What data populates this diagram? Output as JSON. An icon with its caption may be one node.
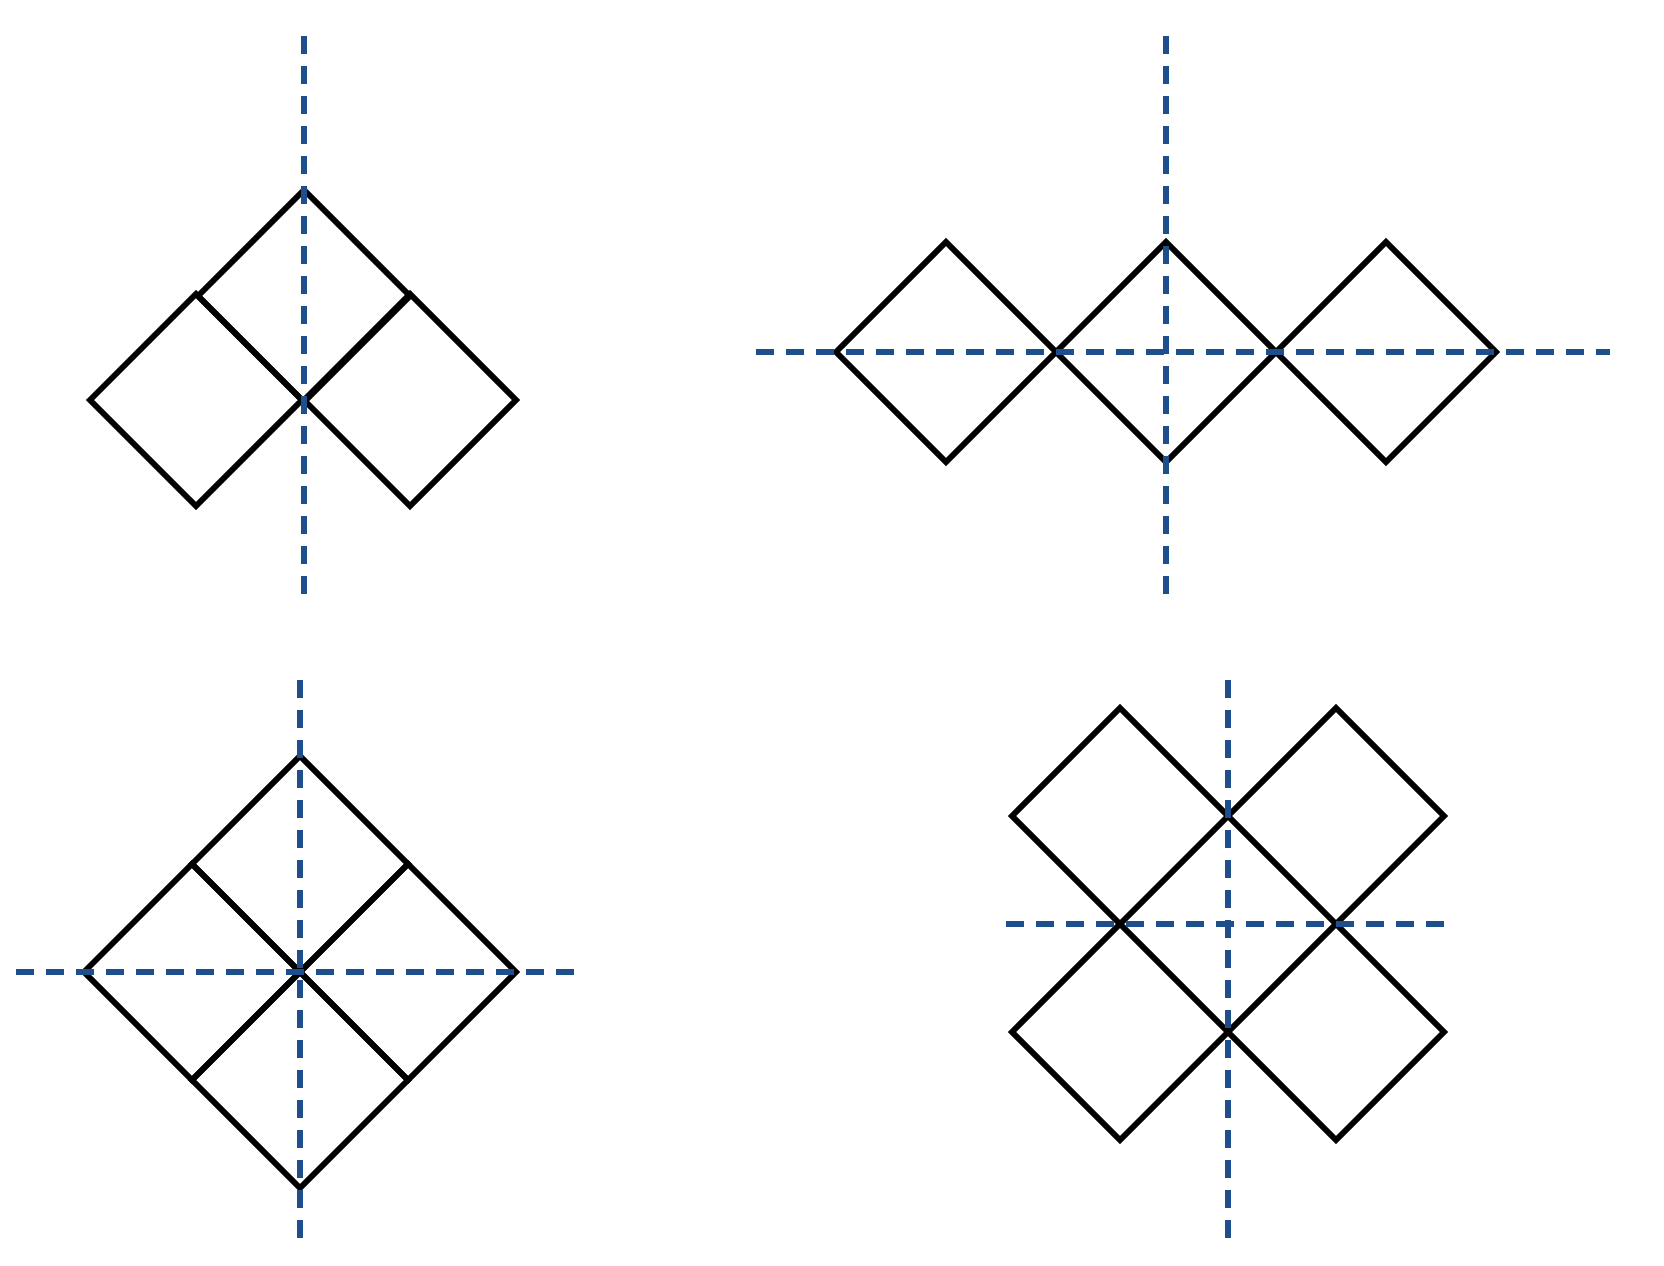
{
  "diagram": {
    "nodes": [
      {
        "text": [],
        "shape": "diamond"
      },
      {
        "text": [],
        "shape": "diamond"
      },
      {
        "text": [],
        "shape": "diamond"
      },
      {
        "text": [],
        "shape": "diamond"
      },
      {
        "text": [],
        "shape": "diamond"
      },
      {
        "text": [],
        "shape": "diamond"
      },
      {
        "text": [],
        "shape": "diamond"
      },
      {
        "text": [],
        "shape": "diamond"
      },
      {
        "text": [],
        "shape": "diamond"
      },
      {
        "text": [],
        "shape": "diamond"
      },
      {
        "text": [],
        "shape": "diamond"
      },
      {
        "text": [],
        "shape": "diamond"
      },
      {
        "text": [],
        "shape": "diamond"
      },
      {
        "text": [],
        "shape": "diamond"
      }
    ]
  }
}
